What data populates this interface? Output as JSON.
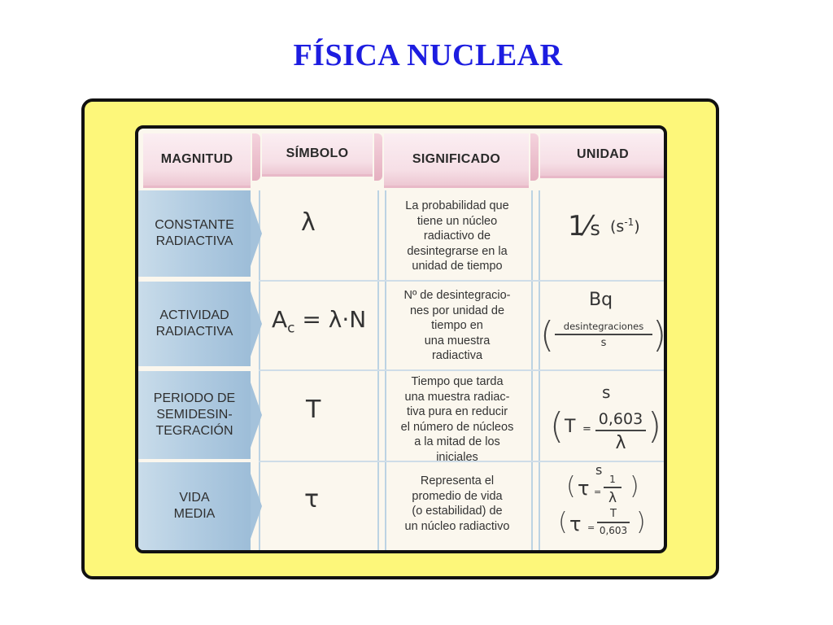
{
  "page_title": "FÍSICA NUCLEAR",
  "headers": [
    "MAGNITUD",
    "SÍMBOLO",
    "SIGNIFICADO",
    "UNIDAD"
  ],
  "rows": [
    {
      "magnitud": [
        "CONSTANTE",
        "RADIACTIVA"
      ],
      "simbolo": "λ",
      "significado": [
        "La probabilidad que",
        "tiene un núcleo",
        "radiactivo de",
        "desintegrarse en la",
        "unidad de tiempo"
      ],
      "unidad": {
        "main_num": "1",
        "main_slash": "⁄",
        "main_den": "s",
        "alt": "(s",
        "alt_exp": "-1",
        "alt_close": ")"
      }
    },
    {
      "magnitud": [
        "ACTIVIDAD",
        "RADIACTIVA"
      ],
      "simbolo": {
        "base": "A",
        "sub": "c",
        "rest": " = λ·N"
      },
      "significado": [
        "Nº de desintegracio-",
        "nes por unidad de",
        "tiempo en",
        "una muestra",
        "radiactiva"
      ],
      "unidad": {
        "main": "Bq",
        "open": "(",
        "frac_num": "desintegraciones",
        "frac_den": "s",
        "close": ")"
      }
    },
    {
      "magnitud": [
        "PERIODO DE",
        "SEMIDESIN-",
        "TEGRACIÓN"
      ],
      "simbolo": "T",
      "significado": [
        "Tiempo que tarda",
        "una muestra radiac-",
        "tiva pura en reducir",
        "el número de núcleos",
        "a la mitad de los",
        "iniciales"
      ],
      "unidad": {
        "main": "s",
        "open": "(",
        "lhs": "T",
        "eq": "=",
        "frac_num": "0,603",
        "frac_den": "λ",
        "close": ")"
      }
    },
    {
      "magnitud": [
        "VIDA",
        "MEDIA"
      ],
      "simbolo": "τ",
      "significado": [
        "Representa el",
        "promedio de vida",
        "(o estabilidad) de",
        "un núcleo radiactivo"
      ],
      "unidad": {
        "main": "s",
        "eq1_open": "(",
        "eq1_lhs": "τ",
        "eq1_eq": "=",
        "eq1_num": "1",
        "eq1_den": "λ",
        "eq1_close": ")",
        "eq2_open": "(",
        "eq2_lhs": "τ",
        "eq2_eq": "=",
        "eq2_num": "T",
        "eq2_den": "0,603",
        "eq2_close": ")"
      }
    }
  ],
  "colors": {
    "title": "#1d1de0",
    "frame": "#fdf77a",
    "header": "#f6dfe6",
    "magnitud": "#b3cde2"
  }
}
